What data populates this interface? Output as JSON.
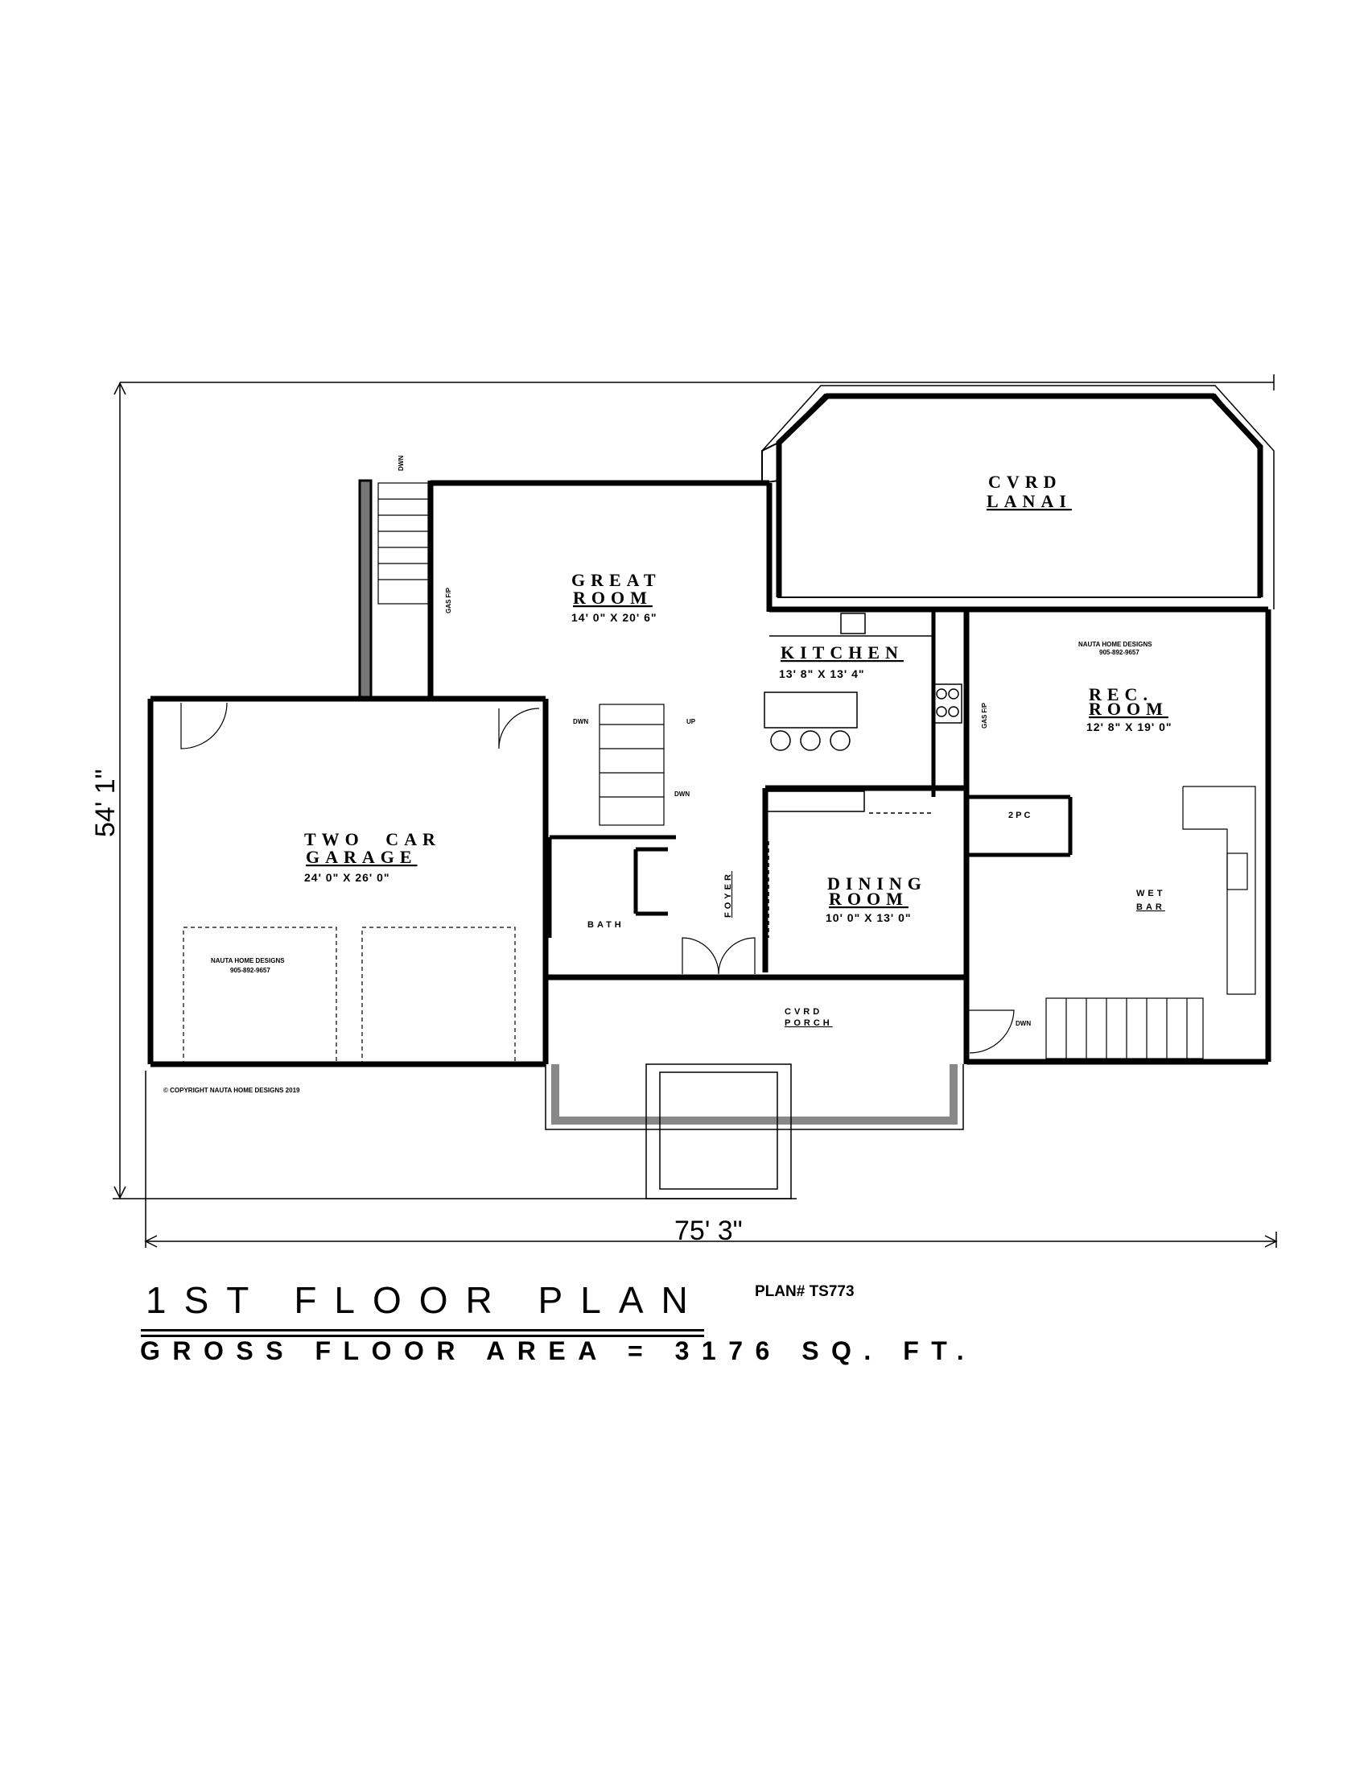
{
  "title": "1ST FLOOR PLAN",
  "plan_number": "PLAN# TS773",
  "gross_floor_area": "GROSS FLOOR AREA = 3176 SQ. FT.",
  "overall_dimensions": {
    "depth": "54' 1\"",
    "width": "75' 3\""
  },
  "rooms": {
    "lanai": {
      "line1": "CVRD",
      "line2": "LANAI"
    },
    "great_room": {
      "line1": "GREAT",
      "line2": "ROOM",
      "size": "14' 0\" X 20' 6\""
    },
    "kitchen": {
      "name": "KITCHEN",
      "size": "13' 8\" X 13' 4\""
    },
    "rec_room": {
      "line1": "REC.",
      "line2": "ROOM",
      "size": "12' 8\" X 19' 0\""
    },
    "garage": {
      "line1": "TWO CAR",
      "line2": "GARAGE",
      "size": "24' 0\" X 26' 0\""
    },
    "dining": {
      "line1": "DINING",
      "line2": "ROOM",
      "size": "10' 0\" X 13' 0\""
    },
    "foyer": {
      "name": "FOYER"
    },
    "bath": {
      "name": "BATH"
    },
    "powder": {
      "name": "2PC"
    },
    "wet_bar": {
      "line1": "WET",
      "line2": "BAR"
    },
    "porch": {
      "line1": "CVRD",
      "line2": "PORCH"
    }
  },
  "labels": {
    "fireplace": "GAS F/P",
    "down": "DWN",
    "up": "UP"
  },
  "watermark": {
    "company": "NAUTA HOME DESIGNS",
    "phone": "905-892-9657"
  },
  "copyright": "© COPYRIGHT NAUTA HOME DESIGNS 2019"
}
